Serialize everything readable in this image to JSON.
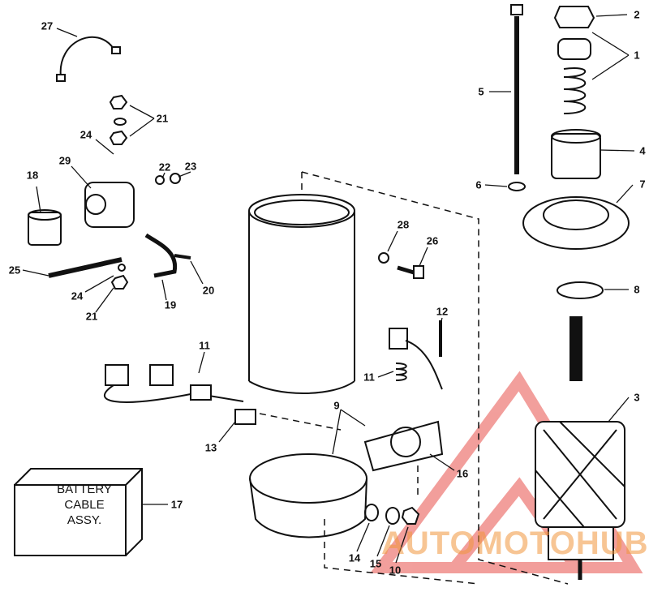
{
  "diagram": {
    "callouts": [
      "27",
      "21",
      "24",
      "29",
      "18",
      "22",
      "23",
      "25",
      "24",
      "21",
      "19",
      "20",
      "2",
      "1",
      "5",
      "4",
      "6",
      "7",
      "28",
      "26",
      "8",
      "12",
      "11",
      "11",
      "3",
      "9",
      "13",
      "16",
      "17",
      "14",
      "15",
      "10"
    ],
    "battery_label": [
      "BATTERY",
      "CABLE",
      "ASSY."
    ],
    "watermark": "AUTOMOTOHUB",
    "colors": {
      "ink": "#111111",
      "watermark_red": "#e8504a",
      "watermark_orange": "#f0a040"
    }
  }
}
